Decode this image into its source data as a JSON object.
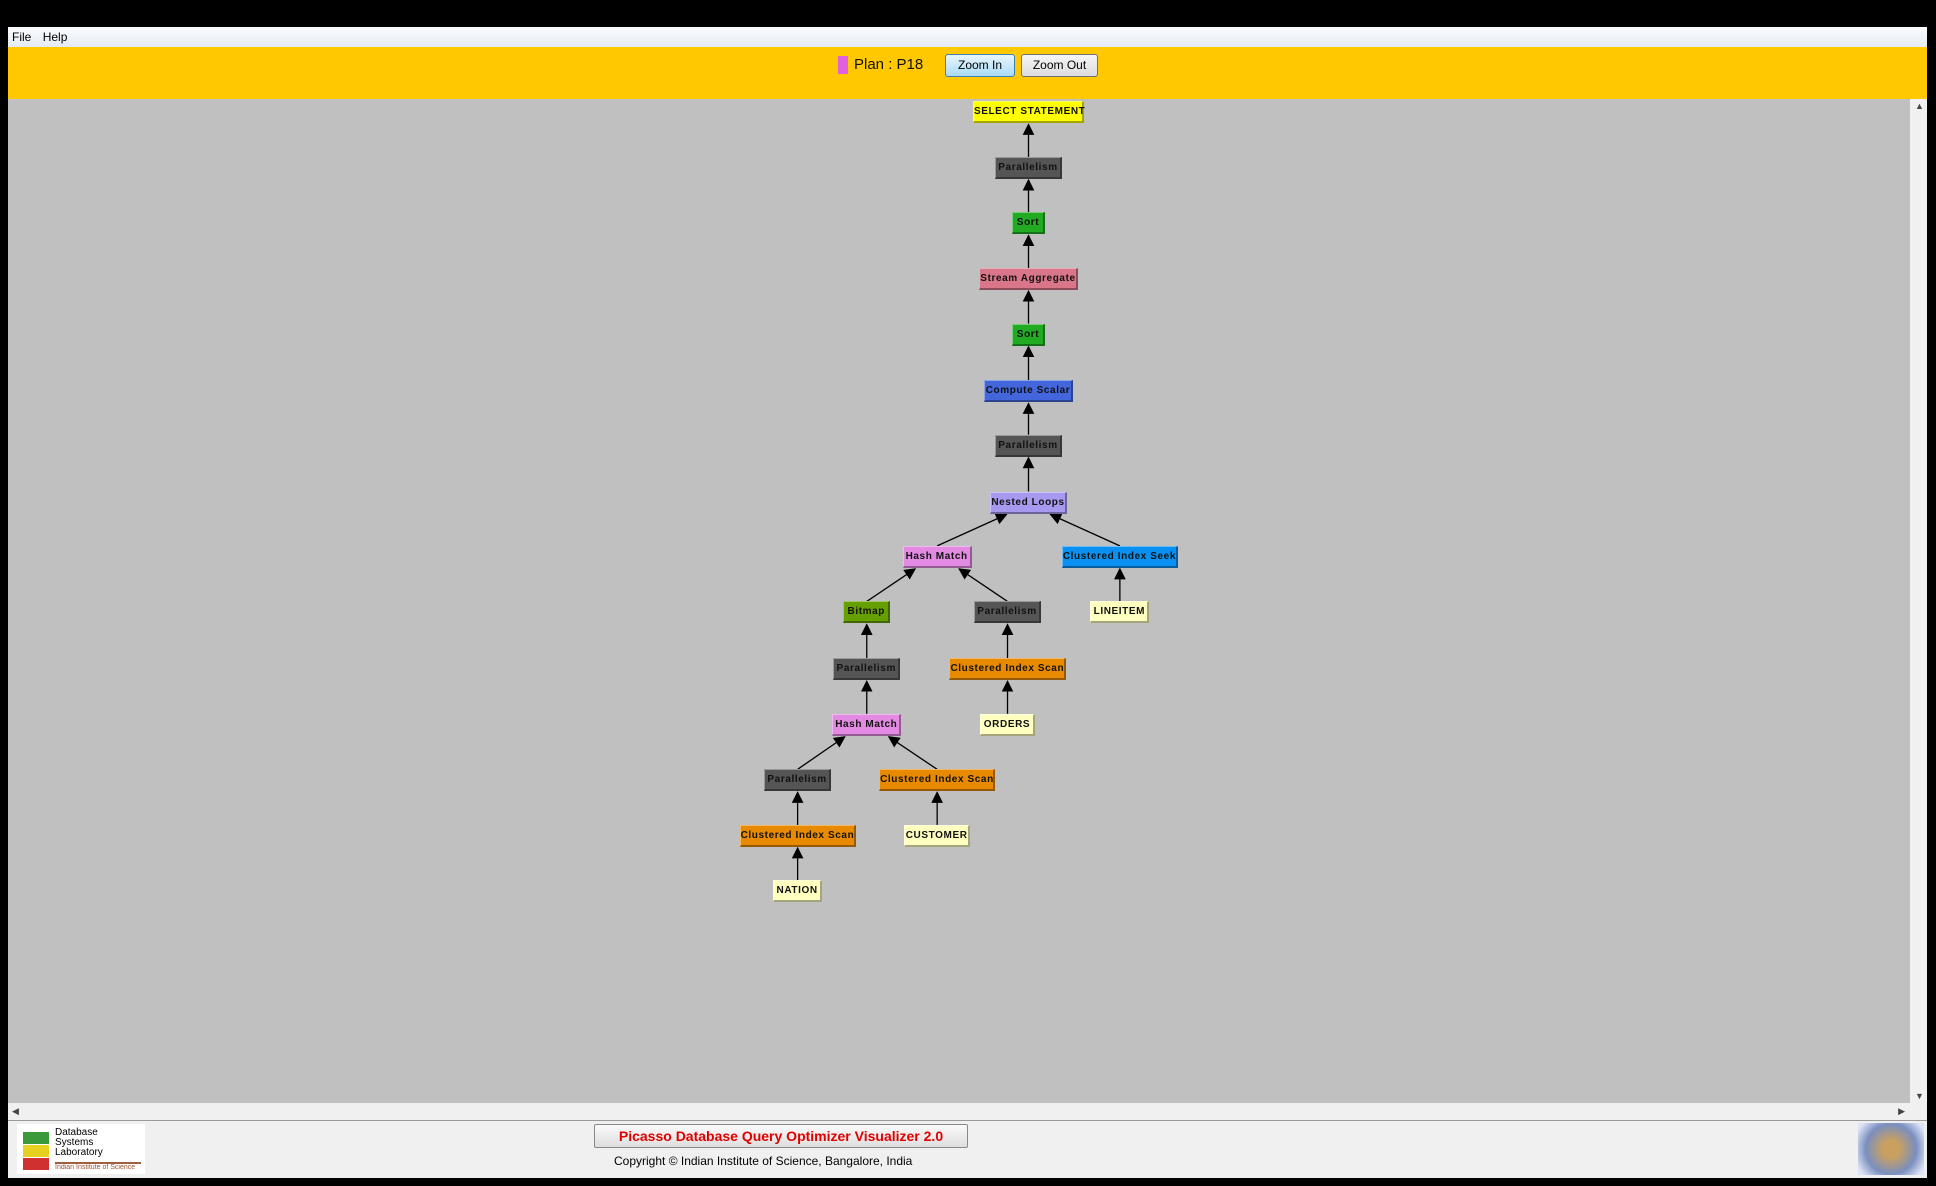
{
  "menu": [
    "File",
    "Help"
  ],
  "toolbar": {
    "plan_label": "Plan : P18",
    "plan_color": "#e060e0",
    "zoom_in": "Zoom In",
    "zoom_out": "Zoom Out"
  },
  "colors": {
    "root": "#ffff00",
    "parallelism": "#555555",
    "sort": "#22aa22",
    "stream-aggregate": "#d9768a",
    "compute-scalar": "#4466dd",
    "nested-loops": "#a899f0",
    "hash-match": "#e38be3",
    "index-seek": "#0a90f0",
    "bitmap": "#66a000",
    "index-scan": "#e88a00",
    "table": "#ffffc0"
  },
  "plan_tree": {
    "nodes": [
      {
        "id": 0,
        "label": "SELECT STATEMENT",
        "kind": "root",
        "parent": null
      },
      {
        "id": 1,
        "label": "Parallelism",
        "kind": "parallelism",
        "parent": 0
      },
      {
        "id": 2,
        "label": "Sort",
        "kind": "sort",
        "parent": 1
      },
      {
        "id": 3,
        "label": "Stream Aggregate",
        "kind": "stream-aggregate",
        "parent": 2
      },
      {
        "id": 4,
        "label": "Sort",
        "kind": "sort",
        "parent": 3
      },
      {
        "id": 5,
        "label": "Compute Scalar",
        "kind": "compute-scalar",
        "parent": 4
      },
      {
        "id": 6,
        "label": "Parallelism",
        "kind": "parallelism",
        "parent": 5
      },
      {
        "id": 7,
        "label": "Nested Loops",
        "kind": "nested-loops",
        "parent": 6
      },
      {
        "id": 8,
        "label": "Hash Match",
        "kind": "hash-match",
        "parent": 7
      },
      {
        "id": 9,
        "label": "Clustered Index Seek",
        "kind": "index-seek",
        "parent": 7
      },
      {
        "id": 10,
        "label": "Bitmap",
        "kind": "bitmap",
        "parent": 8
      },
      {
        "id": 11,
        "label": "Parallelism",
        "kind": "parallelism",
        "parent": 8
      },
      {
        "id": 12,
        "label": "LINEITEM",
        "kind": "table",
        "parent": 9
      },
      {
        "id": 13,
        "label": "Parallelism",
        "kind": "parallelism",
        "parent": 10
      },
      {
        "id": 14,
        "label": "Clustered Index Scan",
        "kind": "index-scan",
        "parent": 11
      },
      {
        "id": 15,
        "label": "Hash Match",
        "kind": "hash-match",
        "parent": 13
      },
      {
        "id": 16,
        "label": "ORDERS",
        "kind": "table",
        "parent": 14
      },
      {
        "id": 17,
        "label": "Parallelism",
        "kind": "parallelism",
        "parent": 15
      },
      {
        "id": 18,
        "label": "Clustered Index Scan",
        "kind": "index-scan",
        "parent": 15
      },
      {
        "id": 19,
        "label": "Clustered Index Scan",
        "kind": "index-scan",
        "parent": 17
      },
      {
        "id": 20,
        "label": "CUSTOMER",
        "kind": "table",
        "parent": 18
      },
      {
        "id": 21,
        "label": "NATION",
        "kind": "table",
        "parent": 19
      }
    ]
  },
  "footer": {
    "logo_text": "Database Systems Laboratory",
    "logo_sub": "Indian Institute of Science",
    "title": "Picasso Database Query Optimizer Visualizer 2.0",
    "copyright": "Copyright © Indian Institute of Science, Bangalore, India"
  }
}
